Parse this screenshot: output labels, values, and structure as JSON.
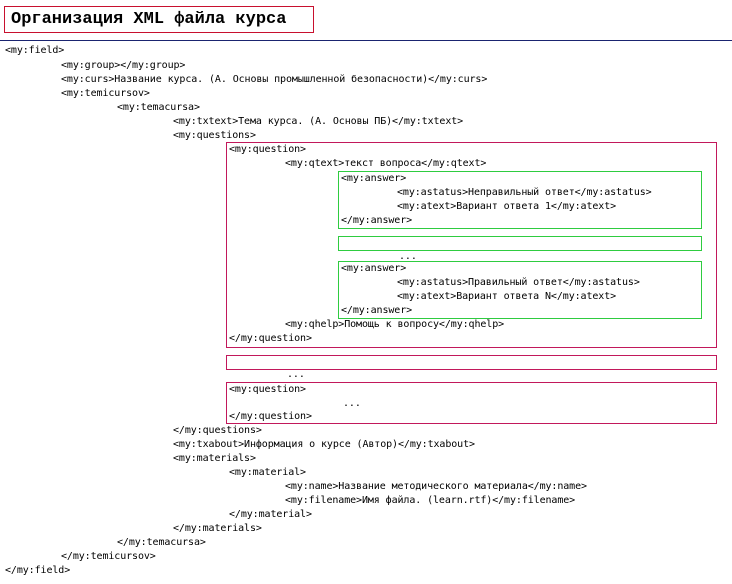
{
  "title": "Организация XML файла курса",
  "lines": {
    "field_open": "<my:field>",
    "group": "<my:group></my:group>",
    "curs": "<my:curs>Название курса. (А. Основы промышленной безопасности)</my:curs>",
    "temicursov_open": "<my:temicursov>",
    "temacursa_open": "<my:temacursa>",
    "txtext": "<my:txtext>Тема курса. (А. Основы ПБ)</my:txtext>",
    "questions_open": "<my:questions>",
    "q1_open": "<my:question>",
    "qtext": "<my:qtext>текст вопроса</my:qtext>",
    "a1_open": "<my:answer>",
    "a1_status": "<my:astatus>Неправильный ответ</my:astatus>",
    "a1_text": "<my:atext>Вариант ответа 1</my:atext>",
    "a1_close": "</my:answer>",
    "answers_ellipsis": "...",
    "a2_open": "<my:answer>",
    "a2_status": "<my:astatus>Правильный ответ</my:astatus>",
    "a2_text": "<my:atext>Вариант ответа N</my:atext>",
    "a2_close": "</my:answer>",
    "qhelp": "<my:qhelp>Помощь к вопросу</my:qhelp>",
    "q1_close": "</my:question>",
    "questions_ellipsis": "...",
    "q2_open": "<my:question>",
    "q2_ellipsis": "...",
    "q2_close": "</my:question>",
    "questions_close": "</my:questions>",
    "txabout": "<my:txabout>Информация о курсе (Автор)</my:txabout>",
    "materials_open": "<my:materials>",
    "material_open": "<my:material>",
    "name": "<my:name>Название методического материала</my:name>",
    "filename": "<my:filename>Имя файла. (learn.rtf)</my:filename>",
    "material_close": "</my:material>",
    "materials_close": "</my:materials>",
    "temacursa_close": "</my:temacursa>",
    "temicursov_close": "</my:temicursov>",
    "field_close": "</my:field>"
  },
  "colors": {
    "title_border": "#c8102e",
    "question_box": "#c2185b",
    "answer_box": "#2ecc40",
    "rule": "#1a2470"
  }
}
